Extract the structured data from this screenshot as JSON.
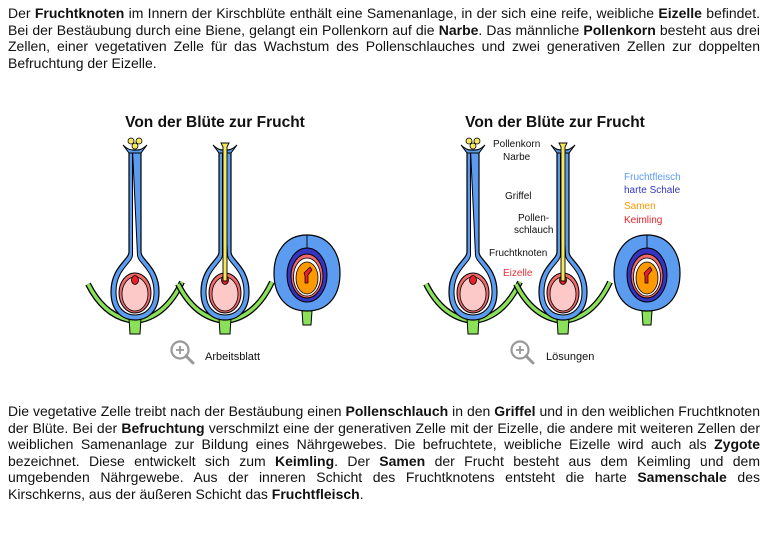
{
  "intro_paragraph": [
    {
      "t": "Der ",
      "b": false
    },
    {
      "t": "Fruchtknoten",
      "b": true
    },
    {
      "t": " im Innern der Kirschblüte enthält eine Samenanlage, in der sich eine reife, weibliche ",
      "b": false
    },
    {
      "t": "Eizelle",
      "b": true
    },
    {
      "t": " befindet. Bei der Bestäubung durch eine Biene, gelangt ein Pollenkorn auf die ",
      "b": false
    },
    {
      "t": "Narbe",
      "b": true
    },
    {
      "t": ". Das männliche ",
      "b": false
    },
    {
      "t": "Pollenkorn",
      "b": true
    },
    {
      "t": " besteht aus drei Zellen, einer vegetativen Zelle für das Wachstum des Pollenschlauches und zwei generativen Zellen zur doppelten Befruchtung der Eizelle.",
      "b": false
    }
  ],
  "figures": {
    "worksheet": {
      "title": "Von der Blüte zur Frucht",
      "caption": "Arbeitsblatt"
    },
    "solutions": {
      "title": "Von der Blüte zur Frucht",
      "caption": "Lösungen",
      "labels": {
        "pollenkorn": "Pollenkorn",
        "narbe": "Narbe",
        "griffel": "Griffel",
        "pollenschlauch_1": "Pollen-",
        "pollenschlauch_2": "schlauch",
        "fruchtknoten": "Fruchtknoten",
        "eizelle": "Eizelle"
      },
      "legend": [
        {
          "label": "Fruchtfleisch",
          "color": "#5b9cf0"
        },
        {
          "label": "harte Schale",
          "color": "#3434c0"
        },
        {
          "label": "Samen",
          "color": "#ff9900"
        },
        {
          "label": "Keimling",
          "color": "#e8202a"
        }
      ]
    },
    "icon": "zoom-in-magnifier-icon"
  },
  "colors": {
    "eizelle_label": "#e8303a"
  },
  "body_paragraph": [
    {
      "t": "Die vegetative Zelle treibt nach der Bestäubung einen ",
      "b": false
    },
    {
      "t": "Pollenschlauch",
      "b": true
    },
    {
      "t": " in den ",
      "b": false
    },
    {
      "t": "Griffel",
      "b": true
    },
    {
      "t": " und in den weiblichen Fruchtknoten der Blüte. Bei der ",
      "b": false
    },
    {
      "t": "Befruchtung",
      "b": true
    },
    {
      "t": " verschmilzt eine der generativen Zelle mit der Eizelle, die andere mit weiteren Zellen der weiblichen Samenanlage zur Bildung eines Nährgewebes. Die befruchtete, weibliche Eizelle wird auch als ",
      "b": false
    },
    {
      "t": "Zygote",
      "b": true
    },
    {
      "t": " bezeichnet. Diese entwickelt sich zum ",
      "b": false
    },
    {
      "t": "Keimling",
      "b": true
    },
    {
      "t": ". Der ",
      "b": false
    },
    {
      "t": "Samen",
      "b": true
    },
    {
      "t": " der Frucht besteht aus dem Keimling und dem umgebenden Nährgewebe. Aus der inneren Schicht des Fruchtknotens entsteht die harte ",
      "b": false
    },
    {
      "t": "Samenschale",
      "b": true
    },
    {
      "t": " des Kirschkerns, aus der äußeren Schicht das ",
      "b": false
    },
    {
      "t": "Fruchtfleisch",
      "b": true
    },
    {
      "t": ".",
      "b": false
    }
  ]
}
